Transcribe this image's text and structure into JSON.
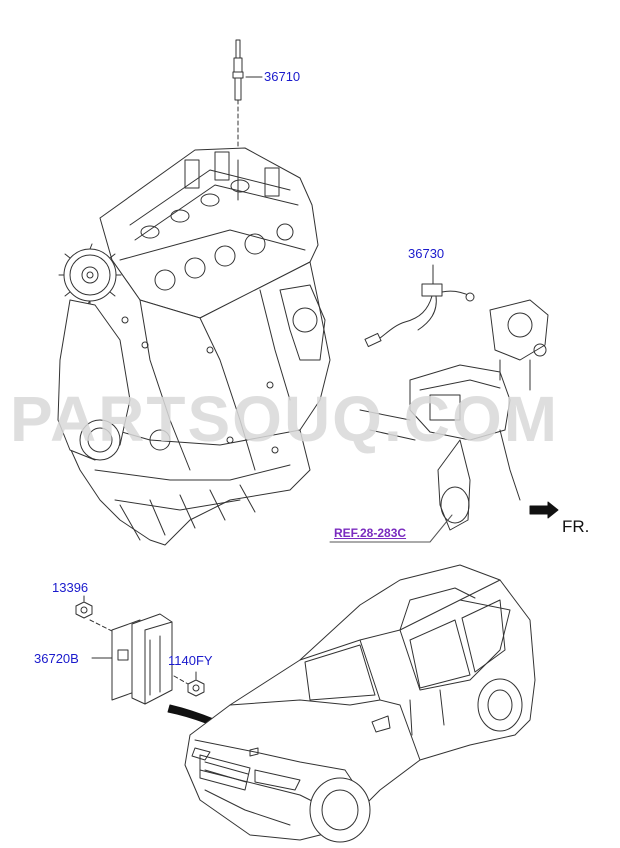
{
  "diagram": {
    "callouts": {
      "glow_plug": "36710",
      "harness": "36730",
      "nut": "13396",
      "unit": "36720B",
      "bolt": "1140FY"
    },
    "reference_link": "REF.28-283C",
    "front_indicator": "FR.",
    "watermark": "PARTSOUQ.COM",
    "colors": {
      "callout_text": "#1a1acc",
      "reference_text": "#7a2bbf",
      "line_art": "#333333",
      "watermark": "#d9d9d9"
    }
  }
}
